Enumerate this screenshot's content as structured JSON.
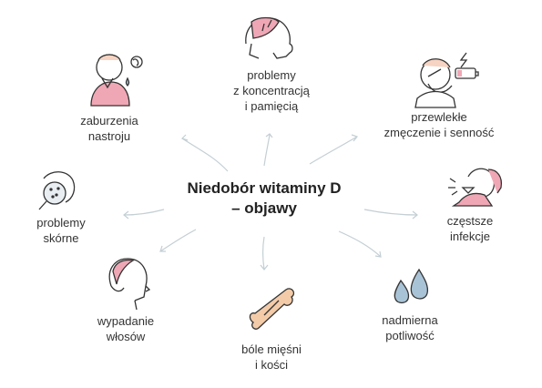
{
  "title": {
    "line1": "Niedobór witaminy D",
    "line2": "– objawy"
  },
  "symptoms": [
    {
      "id": "concentration",
      "lines": [
        "problemy",
        "z koncentracją",
        "i pamięcią"
      ]
    },
    {
      "id": "fatigue",
      "lines": [
        "przewlekłe",
        "zmęczenie i senność"
      ]
    },
    {
      "id": "infections",
      "lines": [
        "częstsze",
        "infekcje"
      ]
    },
    {
      "id": "sweating",
      "lines": [
        "nadmierna",
        "potliwość"
      ]
    },
    {
      "id": "pain",
      "lines": [
        "bóle mięśni",
        "i kości"
      ]
    },
    {
      "id": "hairloss",
      "lines": [
        "wypadanie",
        "włosów"
      ]
    },
    {
      "id": "skin",
      "lines": [
        "problemy",
        "skórne"
      ]
    },
    {
      "id": "mood",
      "lines": [
        "zaburzenia",
        "nastroju"
      ]
    }
  ],
  "colors": {
    "accent": "#f0a7b5",
    "line": "#c4cfd4",
    "drop": "#a9c3d6",
    "bone": "#f3cba9",
    "text": "#333333"
  }
}
